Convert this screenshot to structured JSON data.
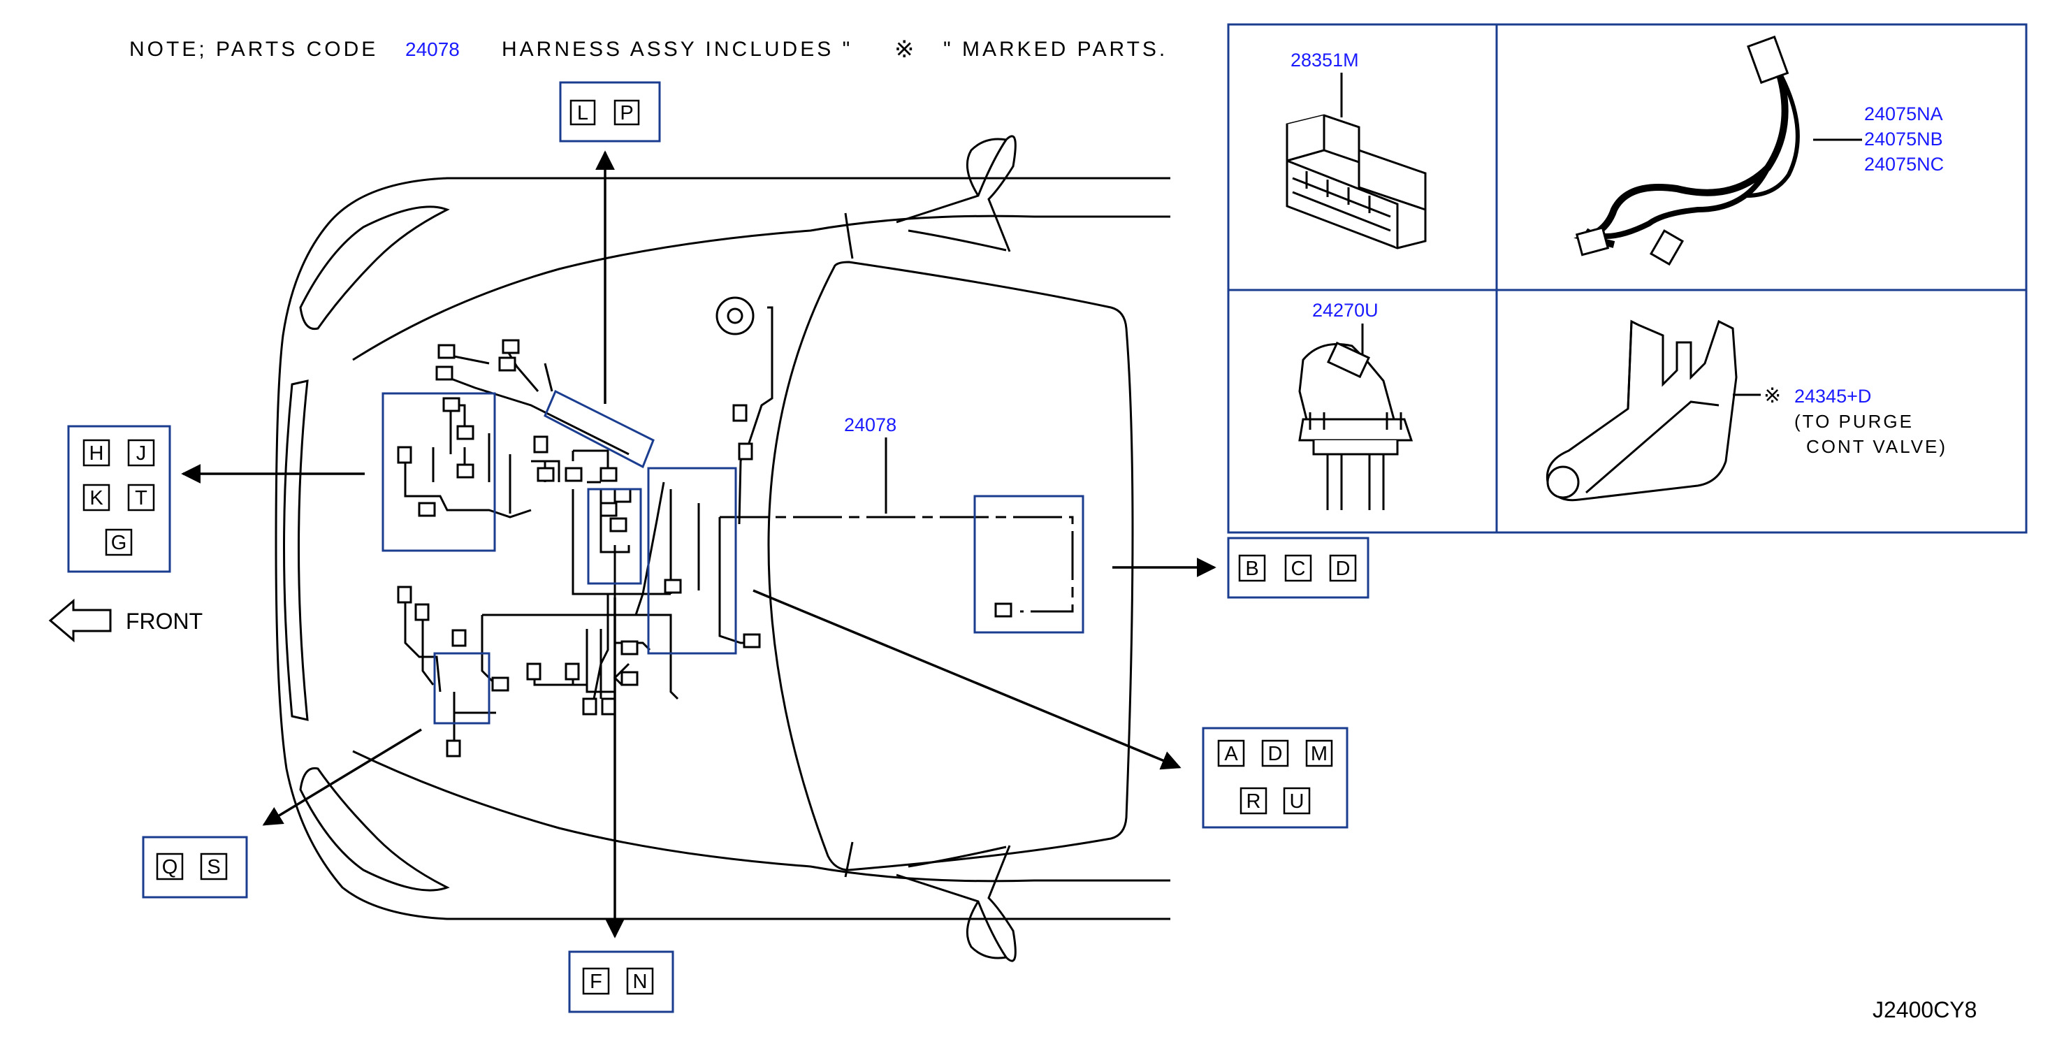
{
  "note": {
    "prefix": "NOTE; PARTS CODE",
    "code": "24078",
    "suffix": "HARNESS ASSY INCLUDES \"",
    "mark": "※",
    "end": "\" MARKED PARTS."
  },
  "main_harness_label": "24078",
  "front_label": "FRONT",
  "diagram_id": "J2400CY8",
  "callouts": {
    "lp": [
      "L",
      "P"
    ],
    "hjktg": [
      "H",
      "J",
      "K",
      "T",
      "G"
    ],
    "bcd": [
      "B",
      "C",
      "D"
    ],
    "admru": [
      "A",
      "D",
      "M",
      "R",
      "U"
    ],
    "qs": [
      "Q",
      "S"
    ],
    "fn": [
      "F",
      "N"
    ]
  },
  "parts": {
    "p1": "28351M",
    "p2": [
      "24075NA",
      "24075NB",
      "24075NC"
    ],
    "p3": "24270U",
    "p4_mark": "※",
    "p4": "24345+D",
    "p4_note": [
      "(TO PURGE",
      "CONT VALVE)"
    ]
  },
  "colors": {
    "blue": "#1a3d8f",
    "text_blue": "#1a1aff"
  }
}
